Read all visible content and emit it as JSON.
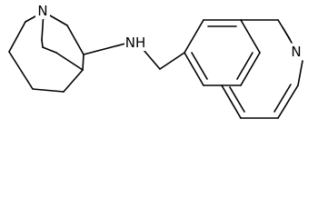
{
  "structure": {
    "atoms": {
      "quinuclidine_nitrogen": "N",
      "amine_nitrogen": "NH",
      "quinoline_nitrogen": "N"
    }
  },
  "colors": {
    "bond": "#000000",
    "label": "#000000",
    "background": "#ffffff"
  }
}
